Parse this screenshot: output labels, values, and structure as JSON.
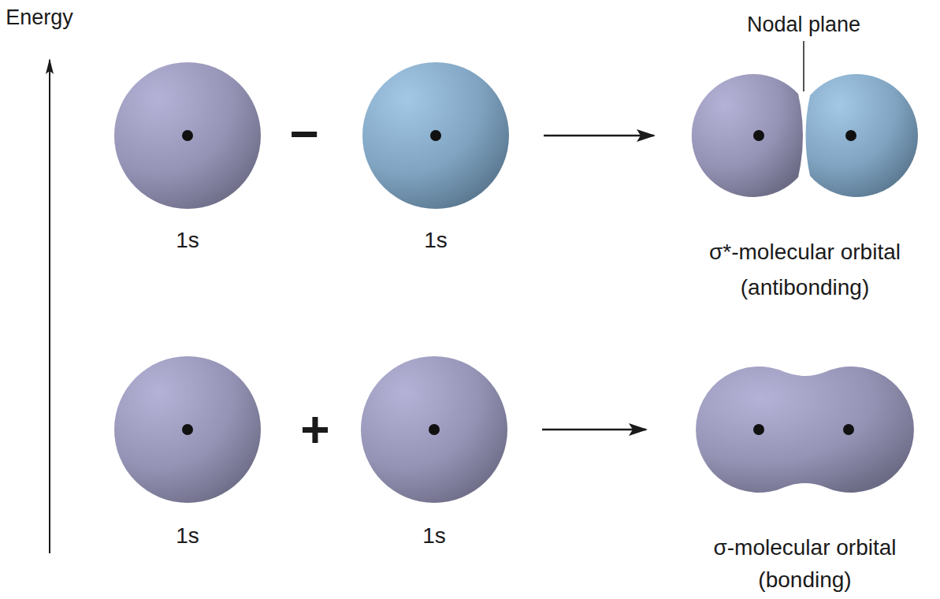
{
  "diagram": {
    "nodes": [
      {
        "text": [
          "1s"
        ]
      },
      {
        "text": [
          "1s"
        ]
      },
      {
        "text": [
          "σ*-molecular orbital",
          "(antibonding)"
        ]
      },
      {
        "text": [
          "1s"
        ]
      },
      {
        "text": [
          "1s"
        ]
      },
      {
        "text": [
          "σ-molecular orbital",
          "(bonding)"
        ]
      }
    ],
    "edges": [
      {
        "from": 1,
        "to": 2,
        "arrow": "to"
      },
      {
        "from": 4,
        "to": 5,
        "arrow": "to"
      }
    ],
    "labels": [
      "Energy",
      "Nodal plane",
      "−",
      "+"
    ]
  }
}
